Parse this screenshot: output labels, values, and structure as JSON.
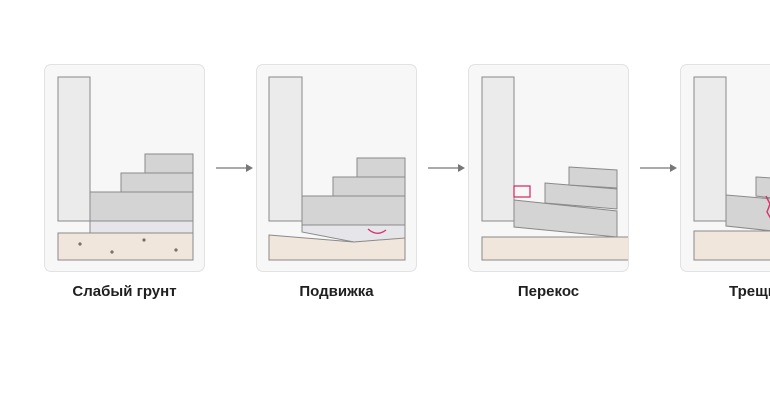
{
  "steps": [
    {
      "label": "Слабый грунт"
    },
    {
      "label": "Подвижка"
    },
    {
      "label": "Перекос"
    },
    {
      "label": "Трещина"
    }
  ],
  "colors": {
    "wall_fill": "#ebebeb",
    "step_fill": "#d4d4d4",
    "soil_fill": "#f0e6db",
    "stroke": "#8a8a8a",
    "damage": "#d6336c",
    "panel_bg": "#f7f7f7",
    "arrow": "#777777"
  }
}
